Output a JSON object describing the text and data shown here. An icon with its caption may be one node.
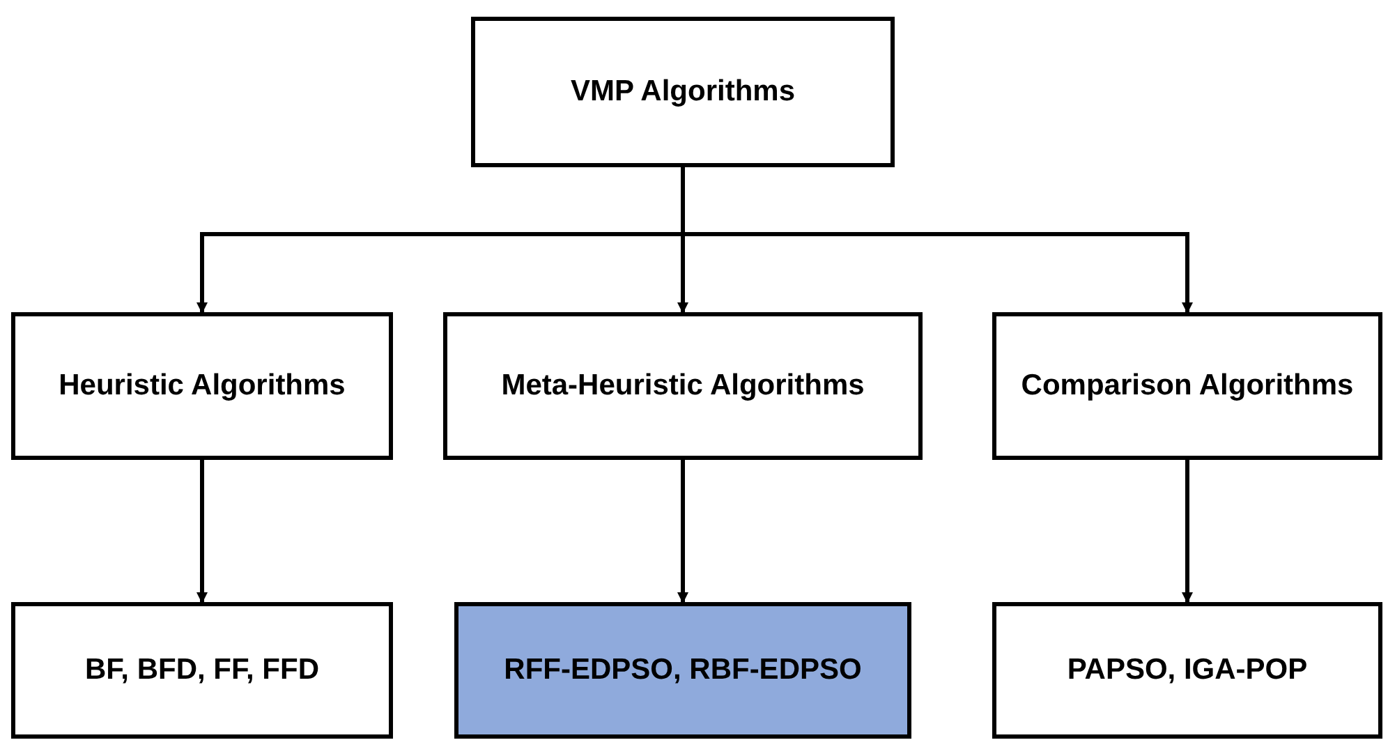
{
  "diagram": {
    "nodes": [
      {
        "text": [
          "VMP Algorithms"
        ]
      },
      {
        "text": [
          "Heuristic Algorithms"
        ]
      },
      {
        "text": [
          "Meta-Heuristic Algorithms"
        ]
      },
      {
        "text": [
          "Comparison Algorithms"
        ]
      },
      {
        "text": [
          "BF, BFD, FF, FFD"
        ]
      },
      {
        "text": [
          "RFF-EDPSO, RBF-EDPSO"
        ]
      },
      {
        "text": [
          "PAPSO, IGA-POP"
        ]
      }
    ],
    "edges": [
      {
        "from": 0,
        "to": 1,
        "arrow": "to"
      },
      {
        "from": 0,
        "to": 2,
        "arrow": "to"
      },
      {
        "from": 0,
        "to": 3,
        "arrow": "to"
      },
      {
        "from": 1,
        "to": 4,
        "arrow": "to"
      },
      {
        "from": 2,
        "to": 5,
        "arrow": "to"
      },
      {
        "from": 3,
        "to": 6,
        "arrow": "to"
      }
    ]
  }
}
